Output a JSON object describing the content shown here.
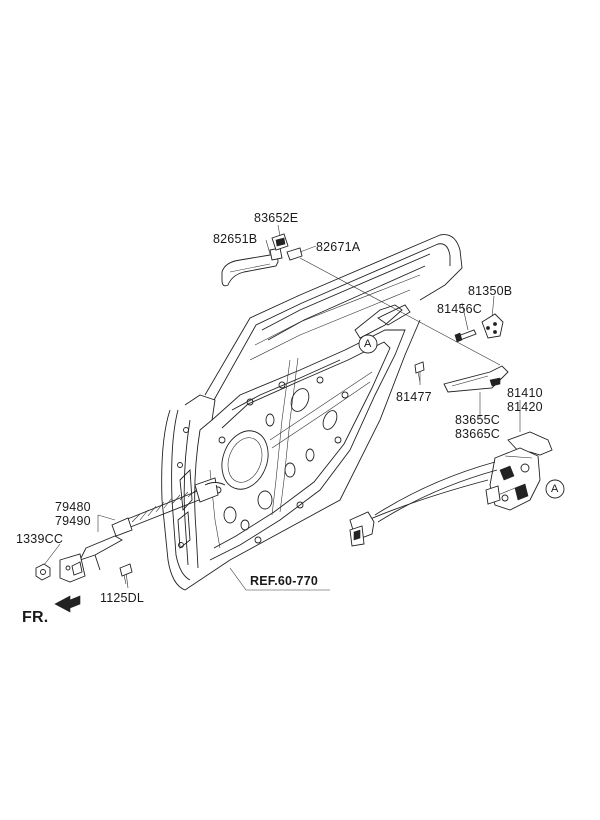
{
  "diagram": {
    "labels": {
      "p83652E": "83652E",
      "p82651B": "82651B",
      "p82671A": "82671A",
      "p81350B": "81350B",
      "p81456C": "81456C",
      "p81477": "81477",
      "p83655C": "83655C",
      "p83665C": "83665C",
      "p81410": "81410",
      "p81420": "81420",
      "p79480": "79480",
      "p79490": "79490",
      "p1339CC": "1339CC",
      "p1125DL": "1125DL",
      "ref": "REF.60-770",
      "fr": "FR.",
      "markerA1": "A",
      "markerA2": "A"
    }
  }
}
